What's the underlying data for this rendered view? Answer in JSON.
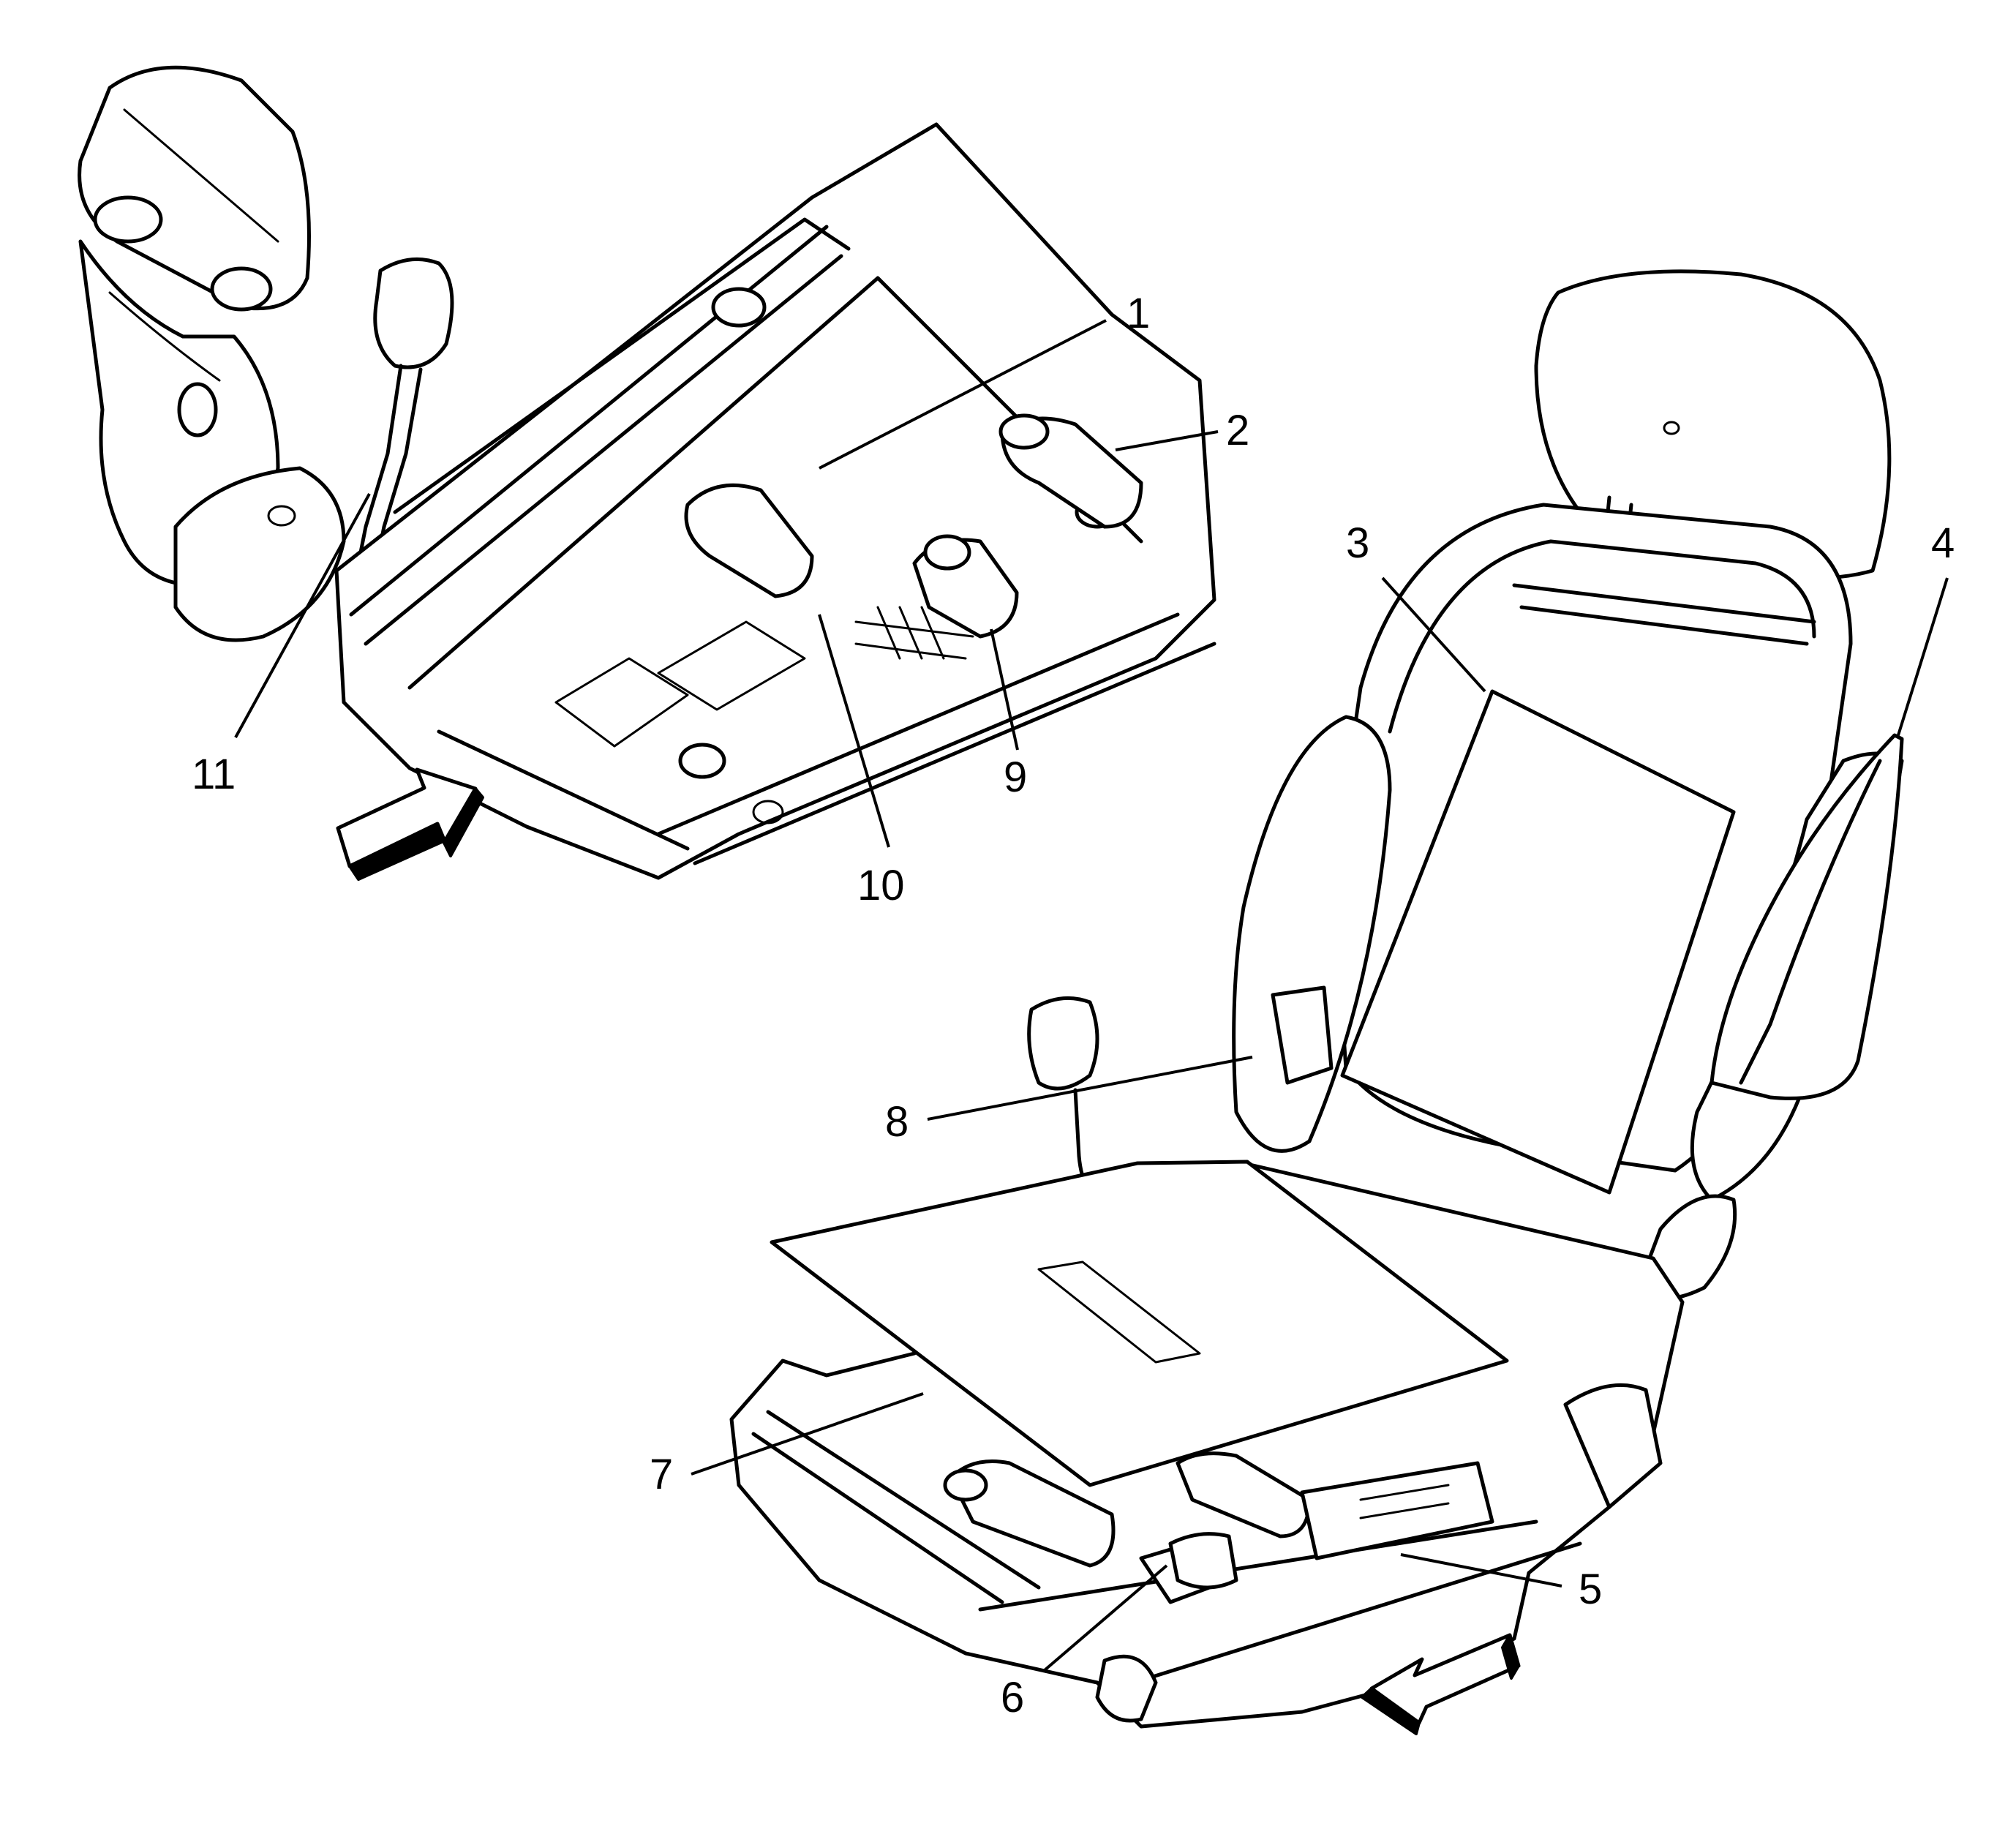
{
  "diagram": {
    "callouts": [
      {
        "id": "c1",
        "label": "1"
      },
      {
        "id": "c2",
        "label": "2"
      },
      {
        "id": "c3",
        "label": "3"
      },
      {
        "id": "c4",
        "label": "4"
      },
      {
        "id": "c5",
        "label": "5"
      },
      {
        "id": "c6",
        "label": "6"
      },
      {
        "id": "c7",
        "label": "7"
      },
      {
        "id": "c8",
        "label": "8"
      },
      {
        "id": "c9",
        "label": "9"
      },
      {
        "id": "c10",
        "label": "10"
      },
      {
        "id": "c11",
        "label": "11"
      }
    ],
    "direction_arrows": [
      "forward-arrow-icon",
      "forward-arrow-icon"
    ]
  }
}
